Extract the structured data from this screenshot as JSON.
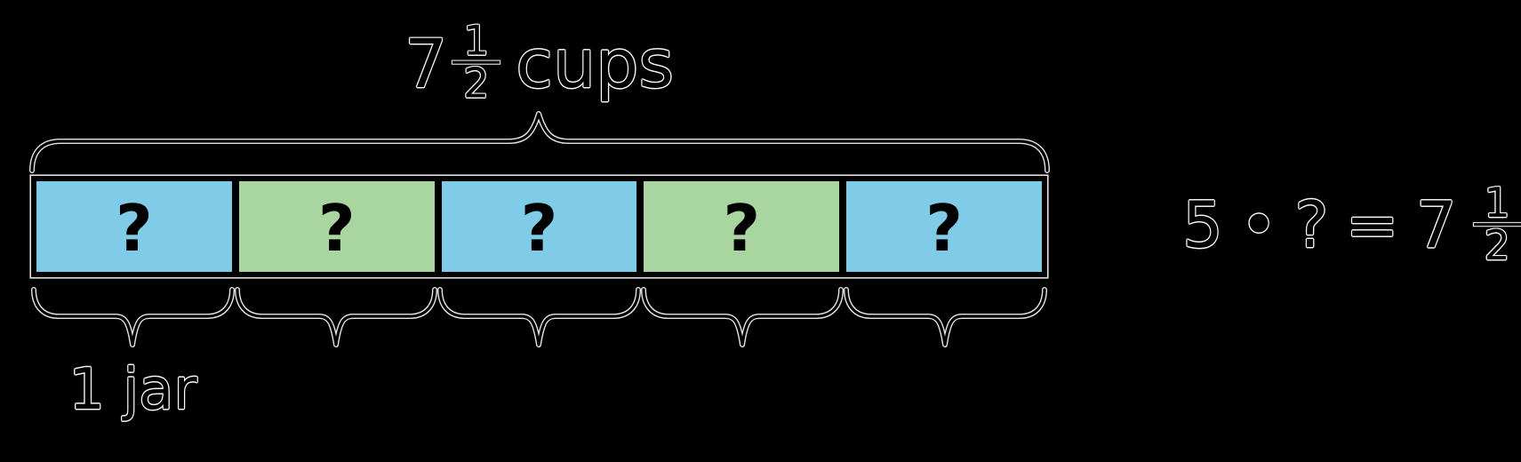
{
  "colors": {
    "background": "#000000",
    "segment_blue": "#7fcce9",
    "segment_green": "#a9d5a0",
    "stroke": "#000000",
    "halo": "#ffffff"
  },
  "top_label": {
    "whole": "7",
    "numerator": "1",
    "denominator": "2",
    "unit": "cups"
  },
  "tape": {
    "segments": [
      {
        "label": "?",
        "fill": "segment_blue"
      },
      {
        "label": "?",
        "fill": "segment_green"
      },
      {
        "label": "?",
        "fill": "segment_blue"
      },
      {
        "label": "?",
        "fill": "segment_green"
      },
      {
        "label": "?",
        "fill": "segment_blue"
      }
    ],
    "jar_label": "1 jar"
  },
  "equation": {
    "factor": "5",
    "operator": "•",
    "unknown": "?",
    "equals": "=",
    "whole": "7",
    "numerator": "1",
    "denominator": "2"
  }
}
